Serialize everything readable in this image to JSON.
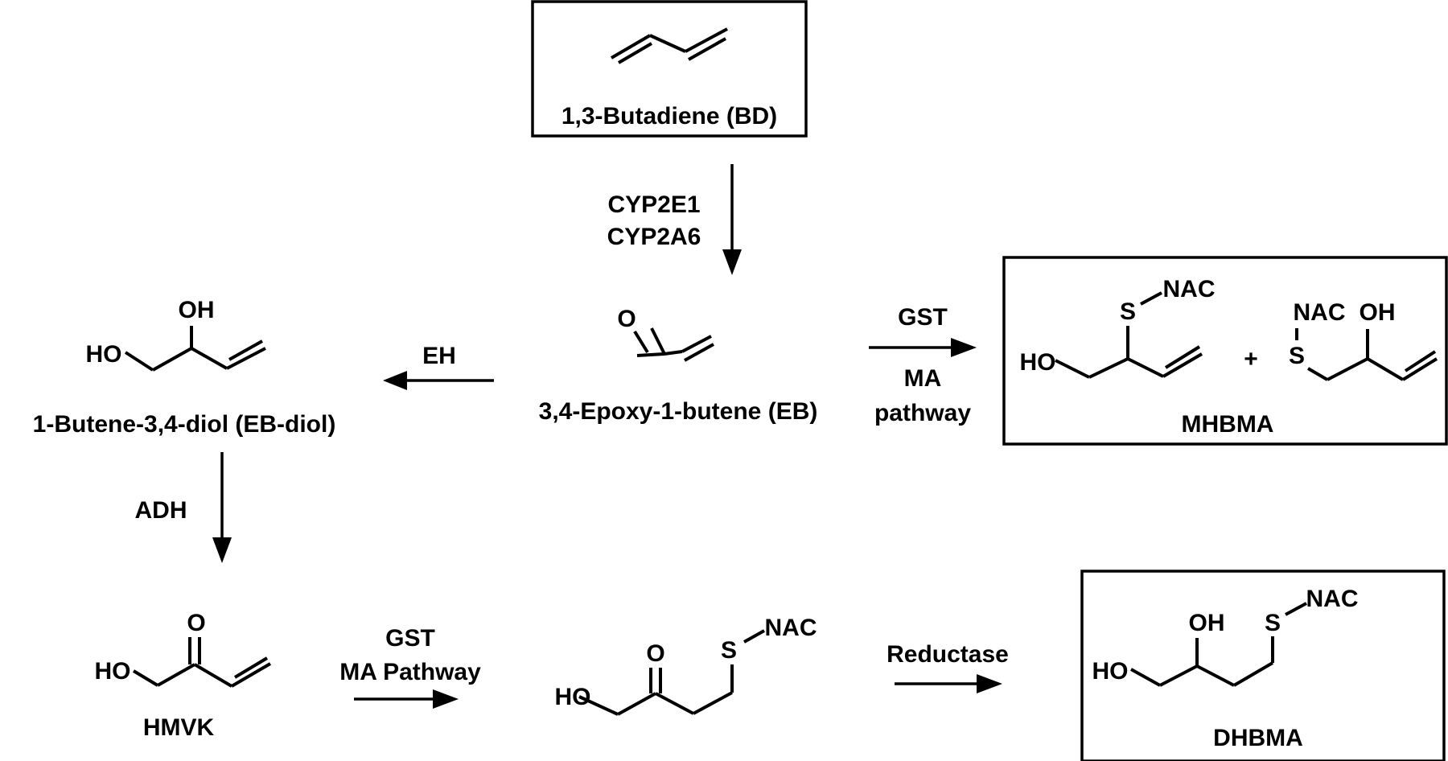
{
  "compounds": {
    "bd": "1,3-Butadiene (BD)",
    "eb": "3,4-Epoxy-1-butene (EB)",
    "eb_diol": "1-Butene-3,4-diol (EB-diol)",
    "mhbma": "MHBMA",
    "hmvk": "HMVK",
    "dhbma": "DHBMA"
  },
  "enzymes": {
    "cyp_1": "CYP2E1",
    "cyp_2": "CYP2A6",
    "eh": "EH",
    "gst_top": "GST",
    "ma_top_1": "MA",
    "ma_top_2": "pathway",
    "adh": "ADH",
    "gst_bottom_1": "GST",
    "gst_bottom_2": "MA Pathway",
    "reductase": "Reductase"
  },
  "atoms": {
    "o": "O",
    "oh": "OH",
    "ho": "HO",
    "s": "S",
    "nac": "NAC",
    "plus": "+"
  }
}
